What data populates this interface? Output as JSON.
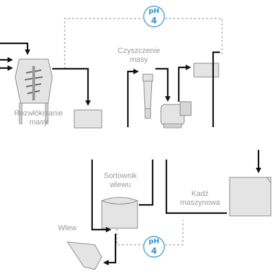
{
  "labels": {
    "pulping": [
      "Rozwłóknianie",
      "masy"
    ],
    "cleaning": [
      "Czyszczenie",
      "masy"
    ],
    "headbox_screen": [
      "Sortownik",
      "wlewu"
    ],
    "machine_chest": [
      "Kadź",
      "maszynowa"
    ],
    "headbox": "Wlew"
  },
  "ph_indicators": [
    {
      "label": "pH",
      "value": "4"
    },
    {
      "label": "pH",
      "value": "4"
    }
  ],
  "colors": {
    "flow_line": "#111111",
    "signal_line": "#888888",
    "equipment_fill": "#e4e4e4",
    "equipment_stroke": "#8a8a8a",
    "label_text": "#9a9a9a",
    "ph_accent": "#4a9fd8"
  }
}
